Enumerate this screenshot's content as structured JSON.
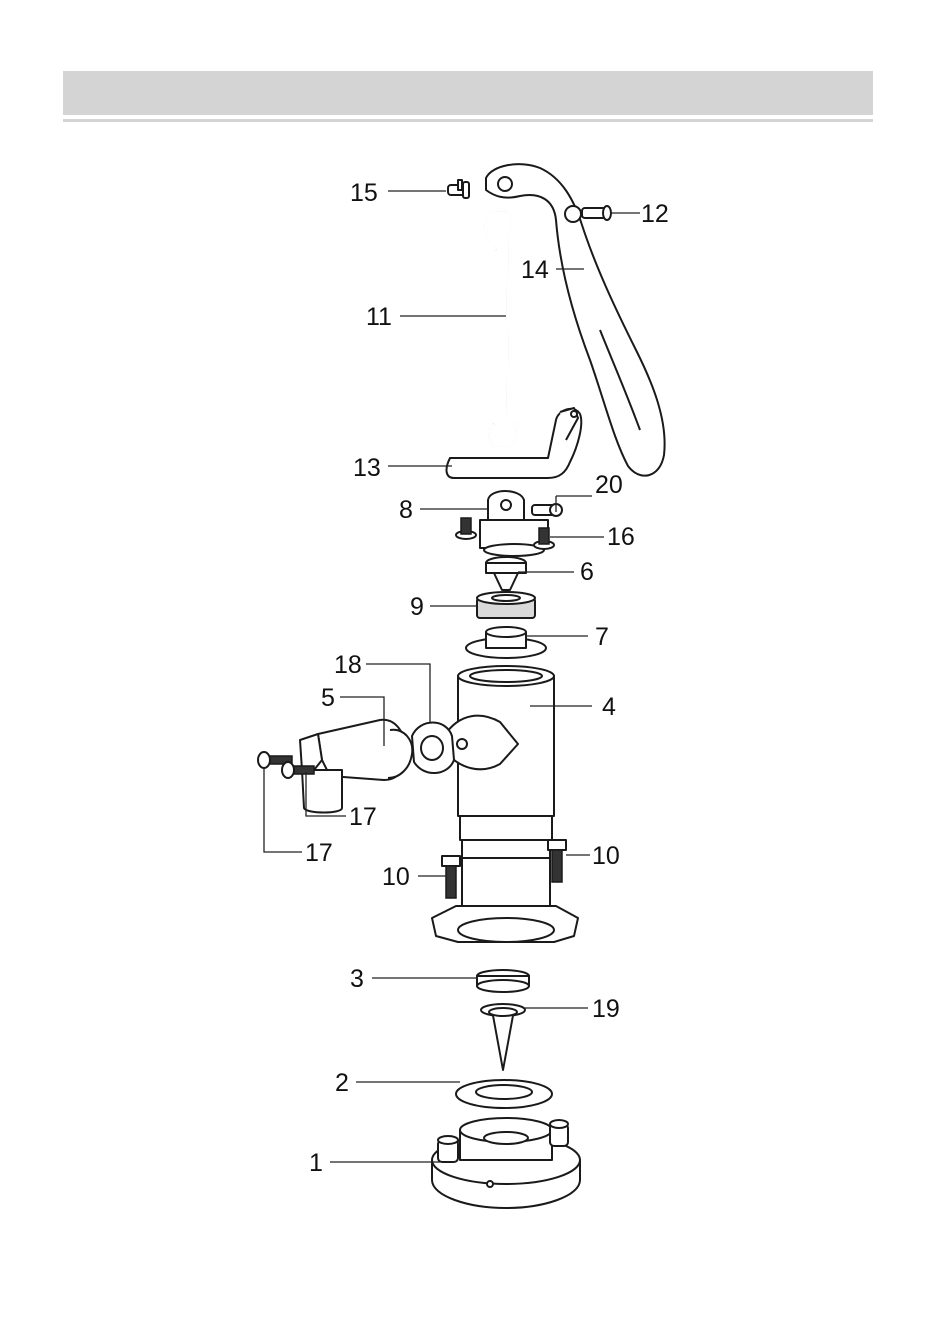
{
  "colors": {
    "header_bar": "#d4d4d4",
    "line": "#1a1a1a"
  },
  "callouts": {
    "c1": "1",
    "c2": "2",
    "c3": "3",
    "c4": "4",
    "c5": "5",
    "c6": "6",
    "c7": "7",
    "c8": "8",
    "c9": "9",
    "c10a": "10",
    "c10b": "10",
    "c11": "11",
    "c12": "12",
    "c13": "13",
    "c14": "14",
    "c15": "15",
    "c16": "16",
    "c17a": "17",
    "c17b": "17",
    "c18": "18",
    "c19": "19",
    "c20": "20"
  }
}
